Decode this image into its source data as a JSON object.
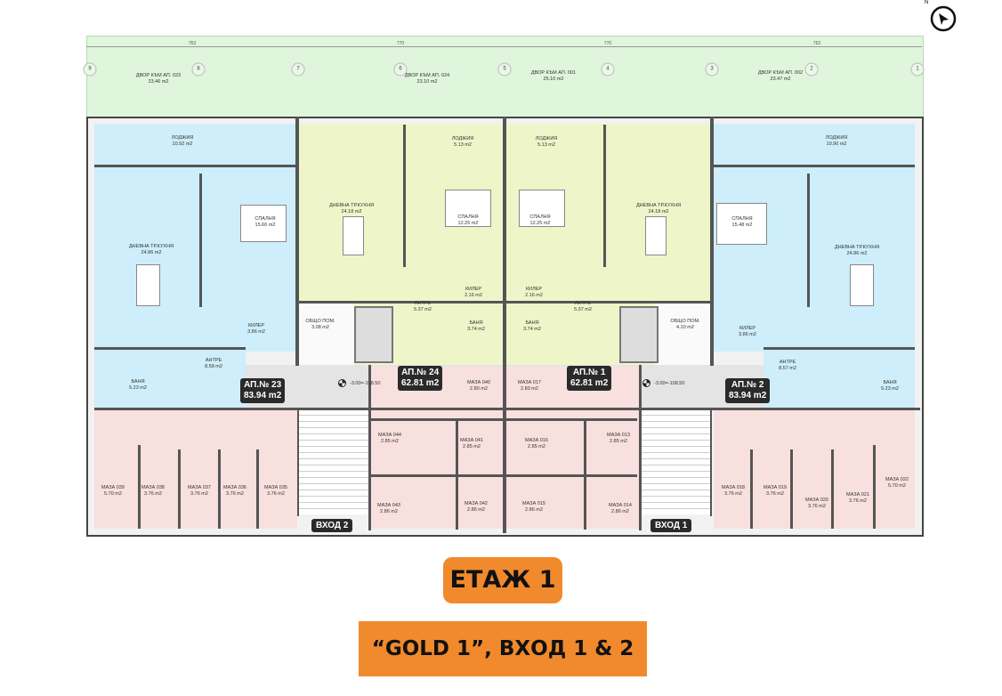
{
  "compass": {
    "north_label": "N",
    "icon": "north-arrow-icon"
  },
  "dimensions_top": [
    "763",
    "770",
    "770",
    "762"
  ],
  "axes": [
    "9",
    "8",
    "7",
    "6",
    "5",
    "4",
    "3",
    "2",
    "1"
  ],
  "yards": [
    {
      "name": "ДВОР КЪМ АП. 023",
      "area": "23.46 m2"
    },
    {
      "name": "ДВОР КЪМ АП. 024",
      "area": "23.10 m2"
    },
    {
      "name": "ДВОР КЪМ АП. 001",
      "area": "25.10 m2"
    },
    {
      "name": "ДВОР КЪМ АП. 002",
      "area": "23.47 m2"
    }
  ],
  "apartments": [
    {
      "label": "АП.№ 23",
      "area": "83.94 m2",
      "color": "#cdeefa",
      "rooms": [
        {
          "name": "ЛОДЖИЯ",
          "area": "10.92 m2"
        },
        {
          "name": "ДНЕВНА ТР.КУХНЯ",
          "area": "24.86 m2"
        },
        {
          "name": "СПАЛНЯ",
          "area": "15.66 m2"
        },
        {
          "name": "КИЛЕР",
          "area": "3.86 m2"
        },
        {
          "name": "АНТРЕ",
          "area": "8.58 m2"
        },
        {
          "name": "БАНЯ",
          "area": "5.23 m2"
        }
      ]
    },
    {
      "label": "АП.№ 24",
      "area": "62.81 m2",
      "color": "#eef5c9",
      "rooms": [
        {
          "name": "ЛОДЖИЯ",
          "area": "5.13 m2"
        },
        {
          "name": "ДНЕВНА ТР.КУХНЯ",
          "area": "24.18 m2"
        },
        {
          "name": "СПАЛНЯ",
          "area": "12.25 m2"
        },
        {
          "name": "КИЛЕР",
          "area": "2.16 m2"
        },
        {
          "name": "АНТРЕ",
          "area": "5.37 m2"
        },
        {
          "name": "БАНЯ",
          "area": "3.74 m2"
        }
      ]
    },
    {
      "label": "АП.№ 1",
      "area": "62.81 m2",
      "color": "#eef5c9",
      "rooms": [
        {
          "name": "ЛОДЖИЯ",
          "area": "5.13 m2"
        },
        {
          "name": "ДНЕВНА ТР.КУХНЯ",
          "area": "24.18 m2"
        },
        {
          "name": "СПАЛНЯ",
          "area": "12.25 m2"
        },
        {
          "name": "КИЛЕР",
          "area": "2.16 m2"
        },
        {
          "name": "АНТРЕ",
          "area": "5.37 m2"
        },
        {
          "name": "БАНЯ",
          "area": "3.74 m2"
        }
      ]
    },
    {
      "label": "АП.№ 2",
      "area": "83.94 m2",
      "color": "#cdeefa",
      "rooms": [
        {
          "name": "ЛОДЖИЯ",
          "area": "10.90 m2"
        },
        {
          "name": "ДНЕВНА ТР.КУХНЯ",
          "area": "24.86 m2"
        },
        {
          "name": "СПАЛНЯ",
          "area": "15.48 m2"
        },
        {
          "name": "КИЛЕР",
          "area": "3.86 m2"
        },
        {
          "name": "АНТРЕ",
          "area": "8.57 m2"
        },
        {
          "name": "БАНЯ",
          "area": "5.23 m2"
        }
      ]
    }
  ],
  "common_rooms": [
    {
      "name": "ОБЩО ПОМ.",
      "area": "3.08 m2"
    },
    {
      "name": "ОБЩО ПОМ.",
      "area": "4.10 m2"
    }
  ],
  "level_marks": [
    "-3.00=-108.50",
    "-3.00=-108.50"
  ],
  "storage": [
    {
      "name": "МАЗА 039",
      "area": "5.70 m2"
    },
    {
      "name": "МАЗА 038",
      "area": "3.76 m2"
    },
    {
      "name": "МАЗА 037",
      "area": "3.76 m2"
    },
    {
      "name": "МАЗА 036",
      "area": "3.76 m2"
    },
    {
      "name": "МАЗА 035",
      "area": "3.76 m2"
    },
    {
      "name": "МАЗА 040",
      "area": "2.80 m2"
    },
    {
      "name": "МАЗА 017",
      "area": "2.80 m2"
    },
    {
      "name": "МАЗА 044",
      "area": "2.85 m2"
    },
    {
      "name": "МАЗА 041",
      "area": "2.85 m2"
    },
    {
      "name": "МАЗА 016",
      "area": "2.85 m2"
    },
    {
      "name": "МАЗА 013",
      "area": "2.85 m2"
    },
    {
      "name": "МАЗА 043",
      "area": "2.86 m2"
    },
    {
      "name": "МАЗА 042",
      "area": "2.86 m2"
    },
    {
      "name": "МАЗА 015",
      "area": "2.86 m2"
    },
    {
      "name": "МАЗА 014",
      "area": "2.86 m2"
    },
    {
      "name": "МАЗА 018",
      "area": "3.76 m2"
    },
    {
      "name": "МАЗА 019",
      "area": "3.76 m2"
    },
    {
      "name": "МАЗА 020",
      "area": "3.76 m2"
    },
    {
      "name": "МАЗА 021",
      "area": "3.76 m2"
    },
    {
      "name": "МАЗА 022",
      "area": "5.70 m2"
    }
  ],
  "entrances": [
    "ВХОД 2",
    "ВХОД 1"
  ],
  "floor_title": "ЕТАЖ 1",
  "building_title": "“GOLD 1”, ВХОД 1 & 2",
  "accent_color": "#f08a2c"
}
